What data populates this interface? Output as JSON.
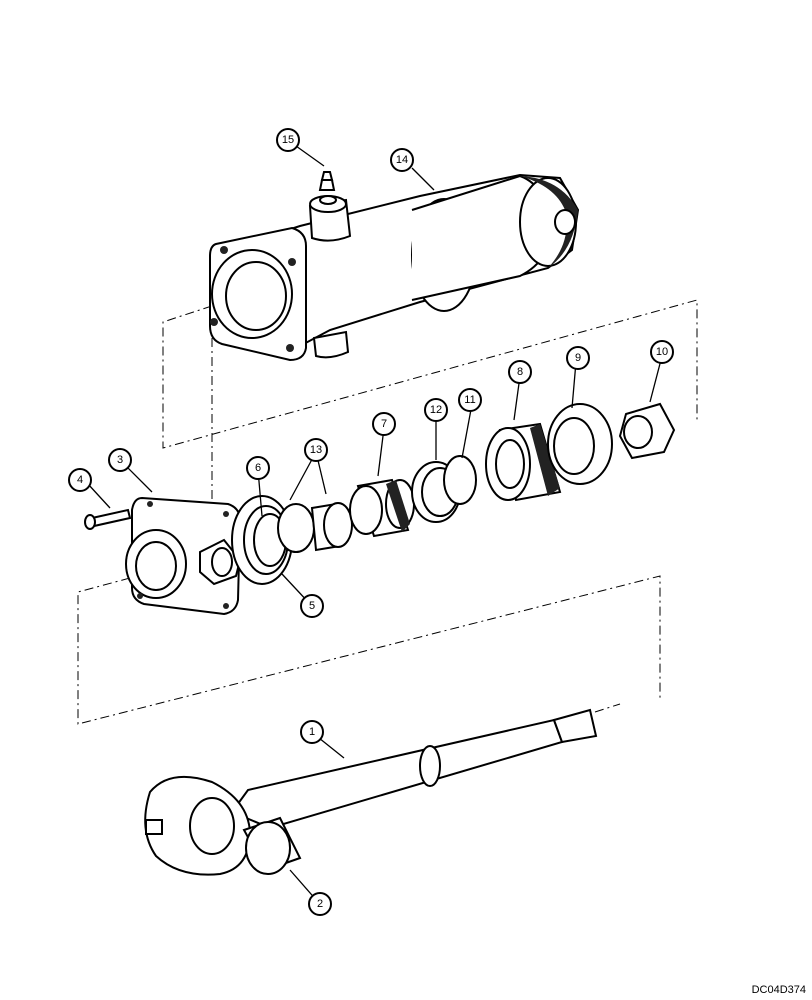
{
  "diagram": {
    "document_id": "DC04D374",
    "callouts": [
      {
        "id": "callout-1",
        "label": "1"
      },
      {
        "id": "callout-2",
        "label": "2"
      },
      {
        "id": "callout-3",
        "label": "3"
      },
      {
        "id": "callout-4",
        "label": "4"
      },
      {
        "id": "callout-5",
        "label": "5"
      },
      {
        "id": "callout-6",
        "label": "6"
      },
      {
        "id": "callout-7",
        "label": "7"
      },
      {
        "id": "callout-8",
        "label": "8"
      },
      {
        "id": "callout-9",
        "label": "9"
      },
      {
        "id": "callout-10",
        "label": "10"
      },
      {
        "id": "callout-11",
        "label": "11"
      },
      {
        "id": "callout-12",
        "label": "12"
      },
      {
        "id": "callout-13",
        "label": "13"
      },
      {
        "id": "callout-14",
        "label": "14"
      },
      {
        "id": "callout-15",
        "label": "15"
      }
    ]
  }
}
